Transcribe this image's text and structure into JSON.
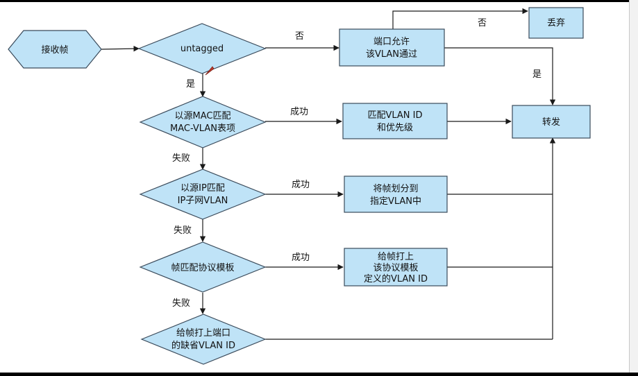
{
  "nodes": {
    "receive_frame": "接收帧",
    "untagged": "untagged",
    "port_allow": [
      "端口允许",
      "该VLAN通过"
    ],
    "discard": "丢弃",
    "forward": "转发",
    "mac_match": [
      "以源MAC匹配",
      "MAC-VLAN表项"
    ],
    "mac_result": [
      "匹配VLAN ID",
      "和优先级"
    ],
    "ip_match": [
      "以源IP匹配",
      "IP子网VLAN"
    ],
    "ip_result": [
      "将帧划分到",
      "指定VLAN中"
    ],
    "proto_match": "帧匹配协议模板",
    "proto_result": [
      "给帧打上",
      "该协议模板",
      "定义的VLAN ID"
    ],
    "default_vlan": [
      "给帧打上端口",
      "的缺省VLAN ID"
    ]
  },
  "edge_labels": {
    "no": "否",
    "yes": "是",
    "success": "成功",
    "fail": "失败"
  },
  "colors": {
    "shape_fill": "#bfe3f7",
    "shape_stroke": "#3a4a5a",
    "line": "#1a1a1a"
  }
}
